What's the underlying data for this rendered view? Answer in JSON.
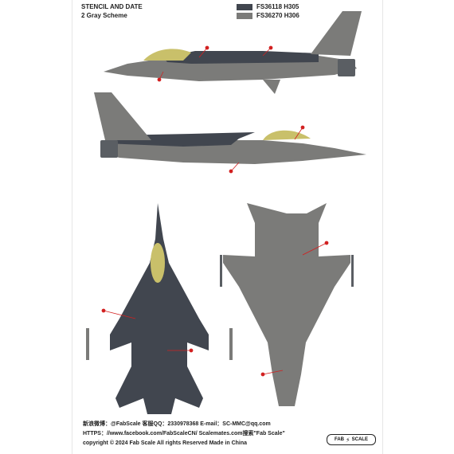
{
  "header": {
    "title": "STENCIL AND DATE",
    "subtitle": "2 Gray Scheme"
  },
  "legend": [
    {
      "code": "FS36118  H305",
      "color": "#41464f"
    },
    {
      "code": "FS36270  H306",
      "color": "#7b7b79"
    }
  ],
  "colors": {
    "dark_gray": "#41464f",
    "light_gray": "#7b7b79",
    "canopy": "#c9c06a",
    "callout": "#d22020"
  },
  "footer": {
    "line1": "新浪微博：@FabScale  客服QQ：2330978368  E-mail：SC-MMC@qq.com",
    "line2": "HTTPS：//www.facebook.com/FabScaleCN/  Scalemates.com搜索\"Fab Scale\"",
    "line3": "copyright ©  2024 Fab Scale    All rights Reserved        Made in China"
  },
  "brand": {
    "left": "FAB",
    "right": "SCALE"
  }
}
